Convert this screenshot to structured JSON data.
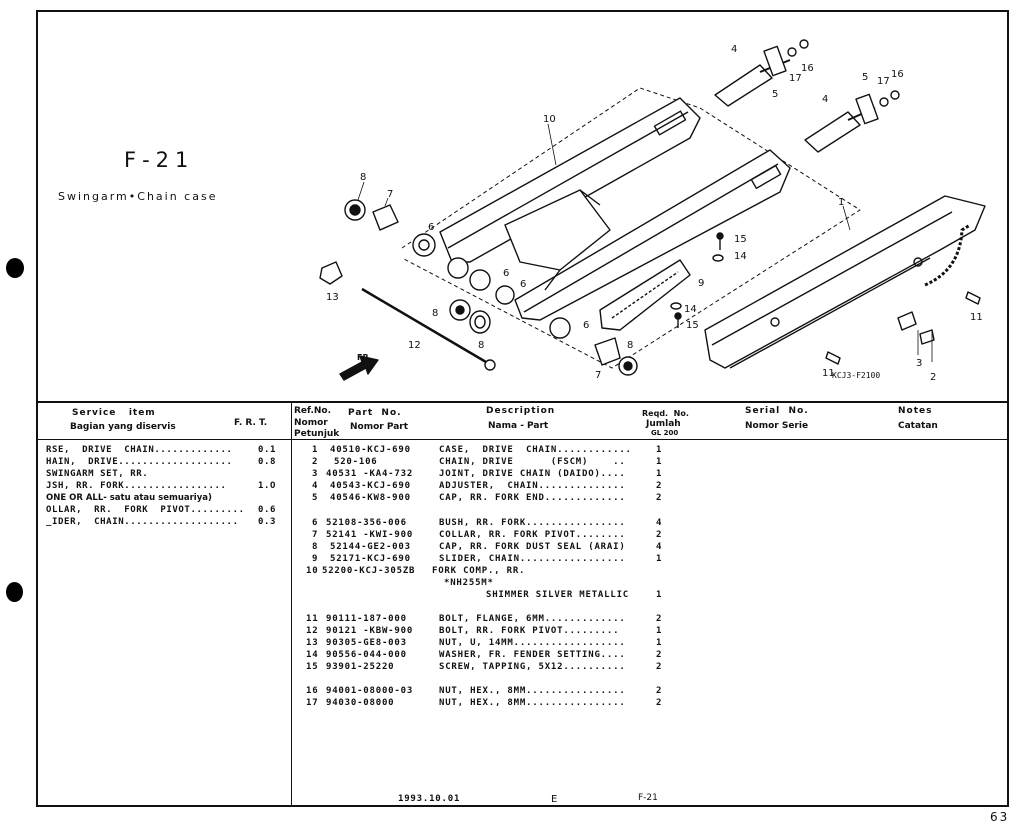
{
  "section": {
    "code": "F-21",
    "title": "Swingarm•Chain case"
  },
  "diagram": {
    "callouts": [
      "1",
      "2",
      "3",
      "4",
      "4",
      "5",
      "5",
      "6",
      "6",
      "6",
      "6",
      "7",
      "7",
      "8",
      "8",
      "8",
      "9",
      "10",
      "11",
      "11",
      "12",
      "13",
      "14",
      "14",
      "15",
      "15",
      "16",
      "16",
      "17",
      "17"
    ],
    "direction_label": "FR.",
    "figure_code": "KCJ3-F2100"
  },
  "headers": {
    "service_item": "Service   item",
    "service_item_local": "Bagian yang diservis",
    "frt": "F. R. T.",
    "ref_no": "Ref.No.",
    "ref_no_local": "Nomor\nPetunjuk",
    "part_no": "Part  No.",
    "part_no_local": "Nomor Part",
    "description": "Description",
    "description_local": "Nama - Part",
    "reqd_no": "Reqd.  No.",
    "reqd_local": "Jumlah",
    "model": "GL 200",
    "serial_no": "Serial  No.",
    "serial_local": "Nomor Serie",
    "notes": "Notes",
    "notes_local": "Catatan"
  },
  "service_items": [
    {
      "text": "RSE,  DRIVE  CHAIN.............",
      "frt": "0.1"
    },
    {
      "text": "HAIN,  DRIVE...................",
      "frt": "0.8"
    },
    {
      "text": "SWINGARM SET, RR.",
      "frt": ""
    },
    {
      "text": "JSH, RR. FORK.................",
      "frt": "1.O"
    },
    {
      "text": "ONE OR ALL- satu atau semuariya)",
      "frt": ""
    },
    {
      "text": "OLLAR,  RR.  FORK  PIVOT.........",
      "frt": "0.6"
    },
    {
      "text": "_IDER,  CHAIN...................",
      "frt": "0.3"
    }
  ],
  "parts_group1": [
    {
      "ref": "1",
      "part": "40510-KCJ-690",
      "desc": "CASE,  DRIVE  CHAIN............",
      "qty": "1"
    },
    {
      "ref": "2",
      "part": "520-106",
      "desc": "CHAIN, DRIVE      (FSCM)    ..",
      "qty": "1"
    },
    {
      "ref": "3",
      "part": "40531 -KA4-732",
      "desc": "JOINT, DRIVE CHAIN (DAIDO)....",
      "qty": "1"
    },
    {
      "ref": "4",
      "part": "40543-KCJ-690",
      "desc": "ADJUSTER,  CHAIN..............",
      "qty": "2"
    },
    {
      "ref": "5",
      "part": "40546-KW8-900",
      "desc": "CAP, RR. FORK END.............",
      "qty": "2"
    }
  ],
  "parts_group2": [
    {
      "ref": "6",
      "part": "52108-356-006",
      "desc": "BUSH, RR. FORK................",
      "qty": "4"
    },
    {
      "ref": "7",
      "part": "52141 -KWI-900",
      "desc": "COLLAR, RR. FORK PIVOT........",
      "qty": "2"
    },
    {
      "ref": "8",
      "part": "52144-GE2-003",
      "desc": "CAP, RR. FORK DUST SEAL (ARAI)",
      "qty": "4"
    },
    {
      "ref": "9",
      "part": "52171-KCJ-690",
      "desc": "SLIDER, CHAIN.................",
      "qty": "1"
    }
  ],
  "part_10": {
    "ref": "10",
    "part": "52200-KCJ-305ZB",
    "desc": "FORK COMP., RR.",
    "color_code": "*NH255M*",
    "color_name": "SHIMMER SILVER METALLIC",
    "qty": "1"
  },
  "parts_group3": [
    {
      "ref": "11",
      "part": "90111-187-000",
      "desc": "BOLT, FLANGE, 6MM.............",
      "qty": "2"
    },
    {
      "ref": "12",
      "part": "90121 -KBW-900",
      "desc": "BOLT, RR. FORK PIVOT.........",
      "qty": "1"
    },
    {
      "ref": "13",
      "part": "90305-GE8-003",
      "desc": "NUT, U, 14MM..................",
      "qty": "1"
    },
    {
      "ref": "14",
      "part": "90556-044-000",
      "desc": "WASHER, FR. FENDER SETTING....",
      "qty": "2"
    },
    {
      "ref": "15",
      "part": "93901-25220",
      "desc": "SCREW, TAPPING, 5X12..........",
      "qty": "2"
    }
  ],
  "parts_group4": [
    {
      "ref": "16",
      "part": "94001-08000-03",
      "desc": "NUT, HEX., 8MM................",
      "qty": "2"
    },
    {
      "ref": "17",
      "part": "94030-08000",
      "desc": "NUT, HEX., 8MM................",
      "qty": "2"
    }
  ],
  "footer": {
    "date": "1993.10.01",
    "letter": "E",
    "code": "F-21",
    "page": "63"
  }
}
